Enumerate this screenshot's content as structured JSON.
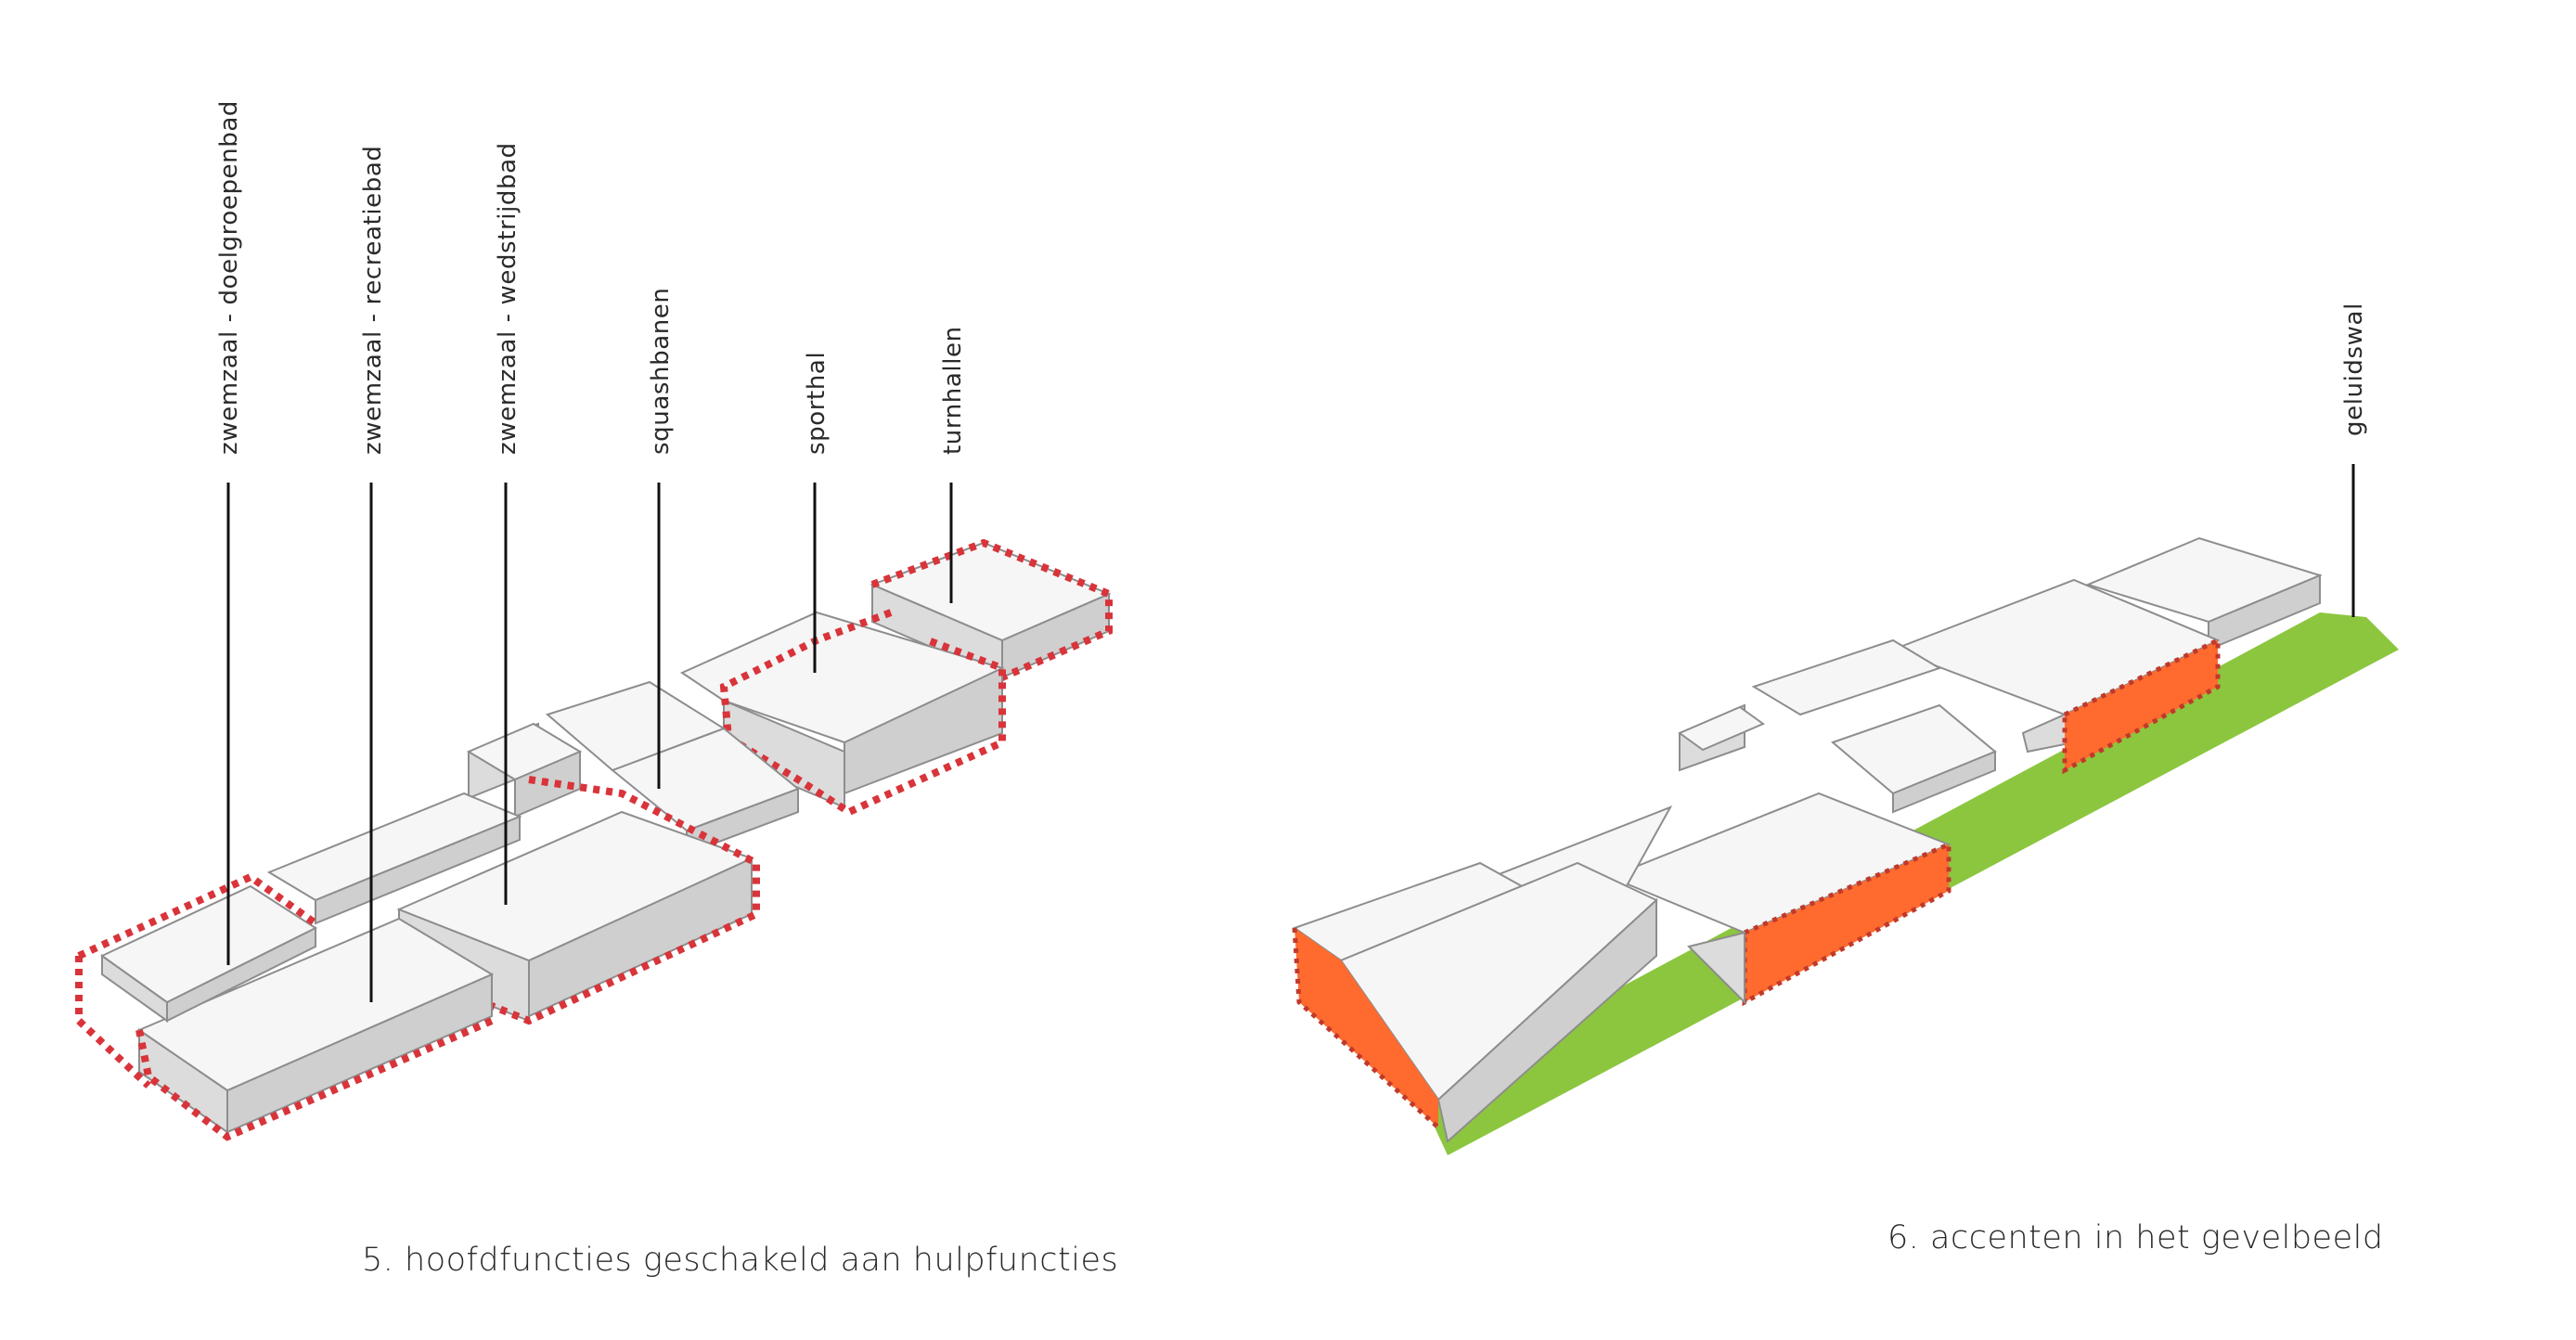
{
  "diagram_left": {
    "caption": "5. hoofdfuncties geschakeld aan hulpfuncties",
    "labels": [
      "zwemzaal - doelgroepenbad",
      "zwemzaal - recreatiebad",
      "zwemzaal - wedstrijdbad",
      "squashbanen",
      "sporthal",
      "turnhallen"
    ],
    "highlight_color": "#d8343a"
  },
  "diagram_right": {
    "caption": "6. accenten in het gevelbeeld",
    "labels": [
      "geluidswal"
    ],
    "accent_color": "#ff6a2f",
    "berm_color": "#8cc63f"
  }
}
